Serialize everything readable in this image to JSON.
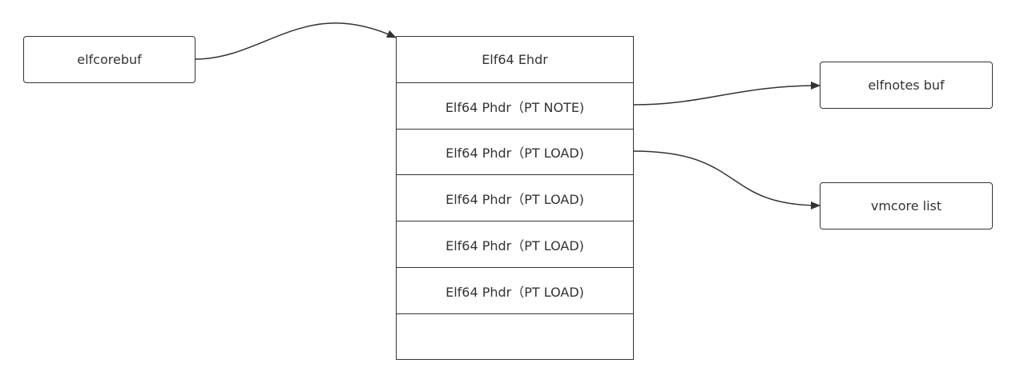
{
  "nodes": {
    "elfcorebuf": "elfcorebuf",
    "elfnotes_buf": "elfnotes buf",
    "vmcore_list": "vmcore list"
  },
  "stack": {
    "rows": [
      "Elf64 Ehdr",
      "Elf64 Phdr（PT  NOTE)",
      "Elf64 Phdr（PT  LOAD)",
      "Elf64 Phdr（PT  LOAD)",
      "Elf64 Phdr（PT  LOAD)",
      "Elf64 Phdr（PT  LOAD)",
      ""
    ]
  },
  "colors": {
    "stroke": "#333333",
    "text": "#333333",
    "background": "#ffffff"
  }
}
